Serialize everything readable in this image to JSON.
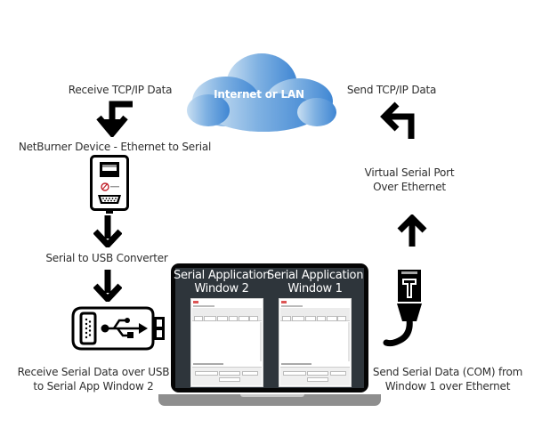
{
  "diagram": {
    "cloud": {
      "label": "Internet or LAN",
      "color": "#5b9bd5"
    },
    "left_flow": {
      "receive_tcp": "Receive TCP/IP Data",
      "netburner_device": "NetBurner Device - Ethernet to Serial",
      "serial_to_usb": "Serial to USB Converter",
      "receive_serial_line1": "Receive Serial Data over USB",
      "receive_serial_line2": "to Serial App Window 2"
    },
    "right_flow": {
      "send_tcp": "Send TCP/IP Data",
      "virtual_port_line1": "Virtual Serial Port",
      "virtual_port_line2": "Over Ethernet",
      "send_serial_line1": "Send Serial Data (COM) from",
      "send_serial_line2": "Window 1 over Ethernet"
    },
    "laptop": {
      "window2_line1": "Serial Application",
      "window2_line2": "Window 2",
      "window1_line1": "Serial Application",
      "window1_line2": "Window 1"
    },
    "icons": {
      "cloud": "cloud-icon",
      "arrow_turn_down": "arrow-turn-down-icon",
      "arrow_down_1": "arrow-down-icon",
      "arrow_down_2": "arrow-down-icon",
      "arrow_turn_up_left": "arrow-turn-up-left-icon",
      "arrow_up": "arrow-up-icon",
      "netburner_device": "netburner-device-icon",
      "usb_converter": "usb-serial-converter-icon",
      "ethernet_cable": "ethernet-cable-icon",
      "laptop": "laptop-icon"
    }
  }
}
